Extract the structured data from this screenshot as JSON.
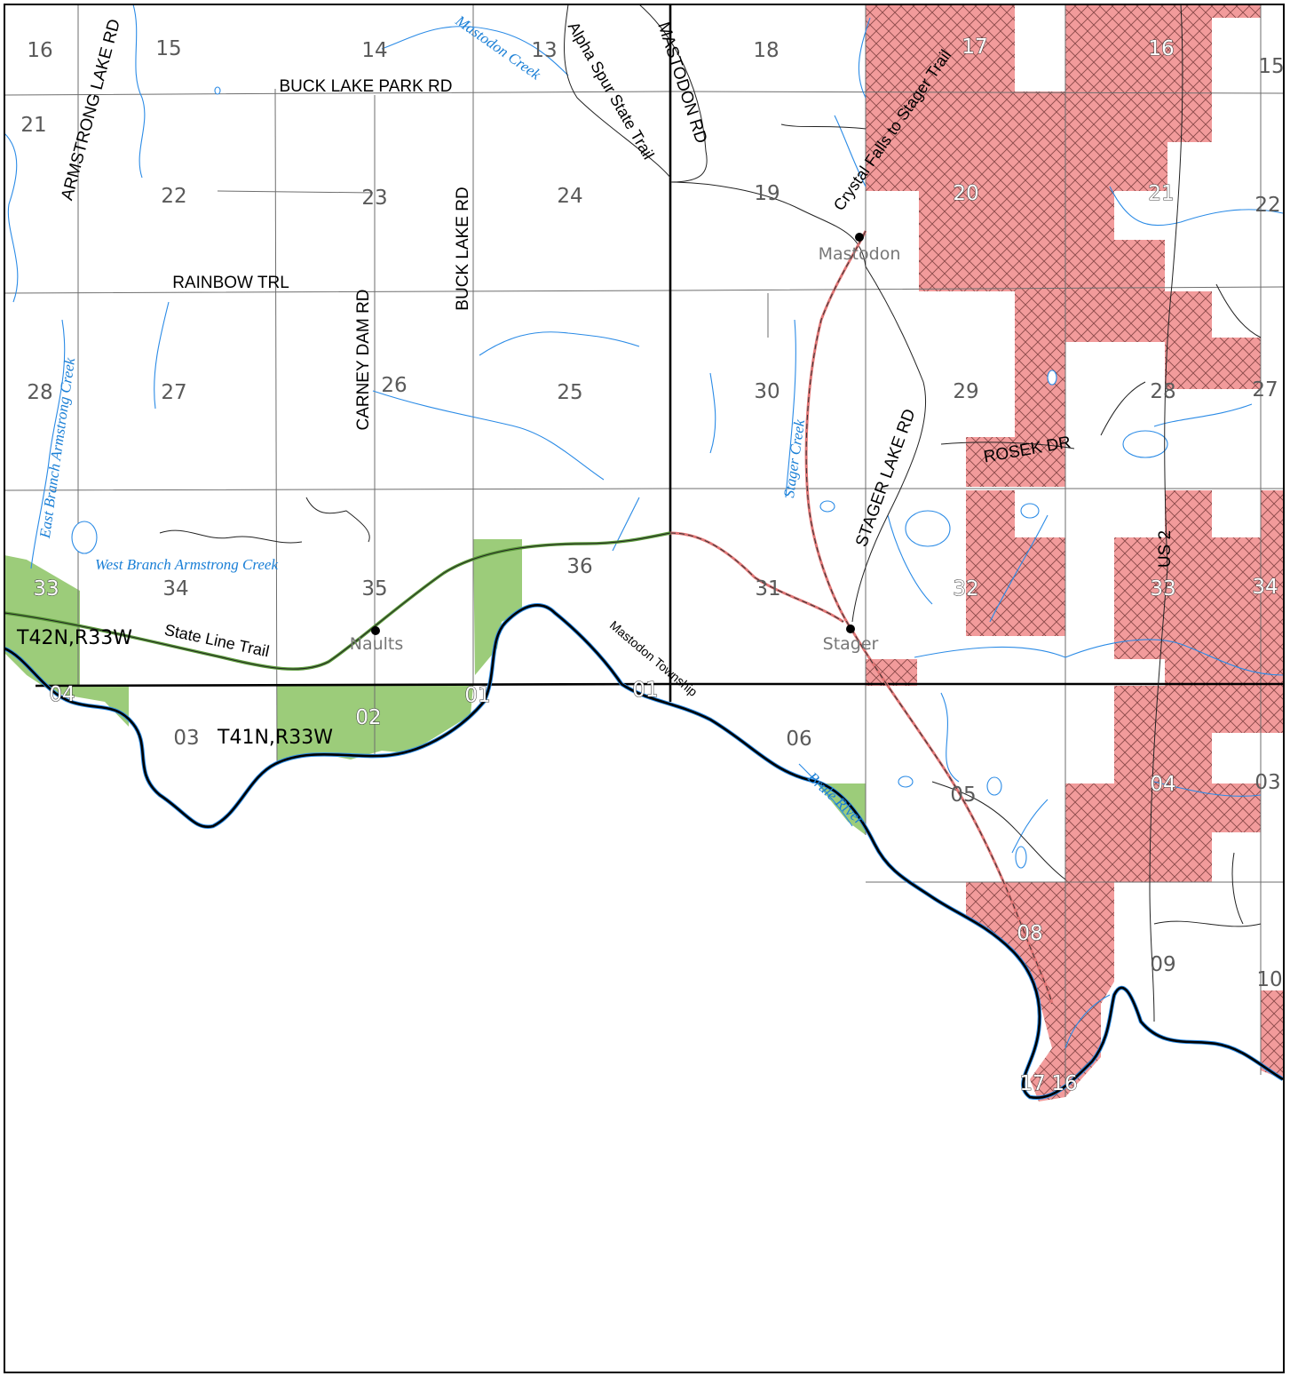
{
  "colors": {
    "state_forest": "#f29b9b",
    "county_forest": "#9ccc7a",
    "water": "#2b8be6",
    "road": "#6e6e6e",
    "boundary": "#000000"
  },
  "sections": [
    "16",
    "15",
    "14",
    "13",
    "18",
    "17",
    "16",
    "15",
    "21",
    "22",
    "23",
    "24",
    "19",
    "20",
    "21",
    "22",
    "28",
    "27",
    "26",
    "25",
    "30",
    "29",
    "28",
    "27",
    "33",
    "34",
    "35",
    "36",
    "31",
    "32",
    "33",
    "34",
    "04",
    "03",
    "02",
    "01",
    "01",
    "06",
    "05",
    "04",
    "03",
    "08",
    "09",
    "10",
    "17",
    "16"
  ],
  "roads": {
    "buck_lake_park": "BUCK LAKE PARK RD",
    "armstrong_lake": "ARMSTRONG LAKE RD",
    "rainbow": "RAINBOW TRL",
    "carney_dam": "CARNEY DAM RD",
    "buck_lake": "BUCK LAKE RD",
    "mastodon": "MASTODON RD",
    "stager_lake": "STAGER LAKE RD",
    "rosek": "ROSEK DR",
    "us2": "US 2"
  },
  "trails": {
    "alpha_spur": "Alpha Spur State Trail",
    "crystal_falls": "Crystal Falls to Stager Trail",
    "state_line": "State Line Trail"
  },
  "waters": {
    "mastodon_creek": "Mastodon Creek",
    "east_branch": "East Branch Armstrong Creek",
    "west_branch": "West Branch Armstrong Creek",
    "stager_creek": "Stager Creek",
    "brule_river": "Brule River"
  },
  "places": {
    "mastodon": "Mastodon",
    "naults": "Naults",
    "stager": "Stager"
  },
  "townships": {
    "t42": "T42N,R33W",
    "t41": "T41N,R33W",
    "mastodon_township": "Mastodon Township"
  }
}
